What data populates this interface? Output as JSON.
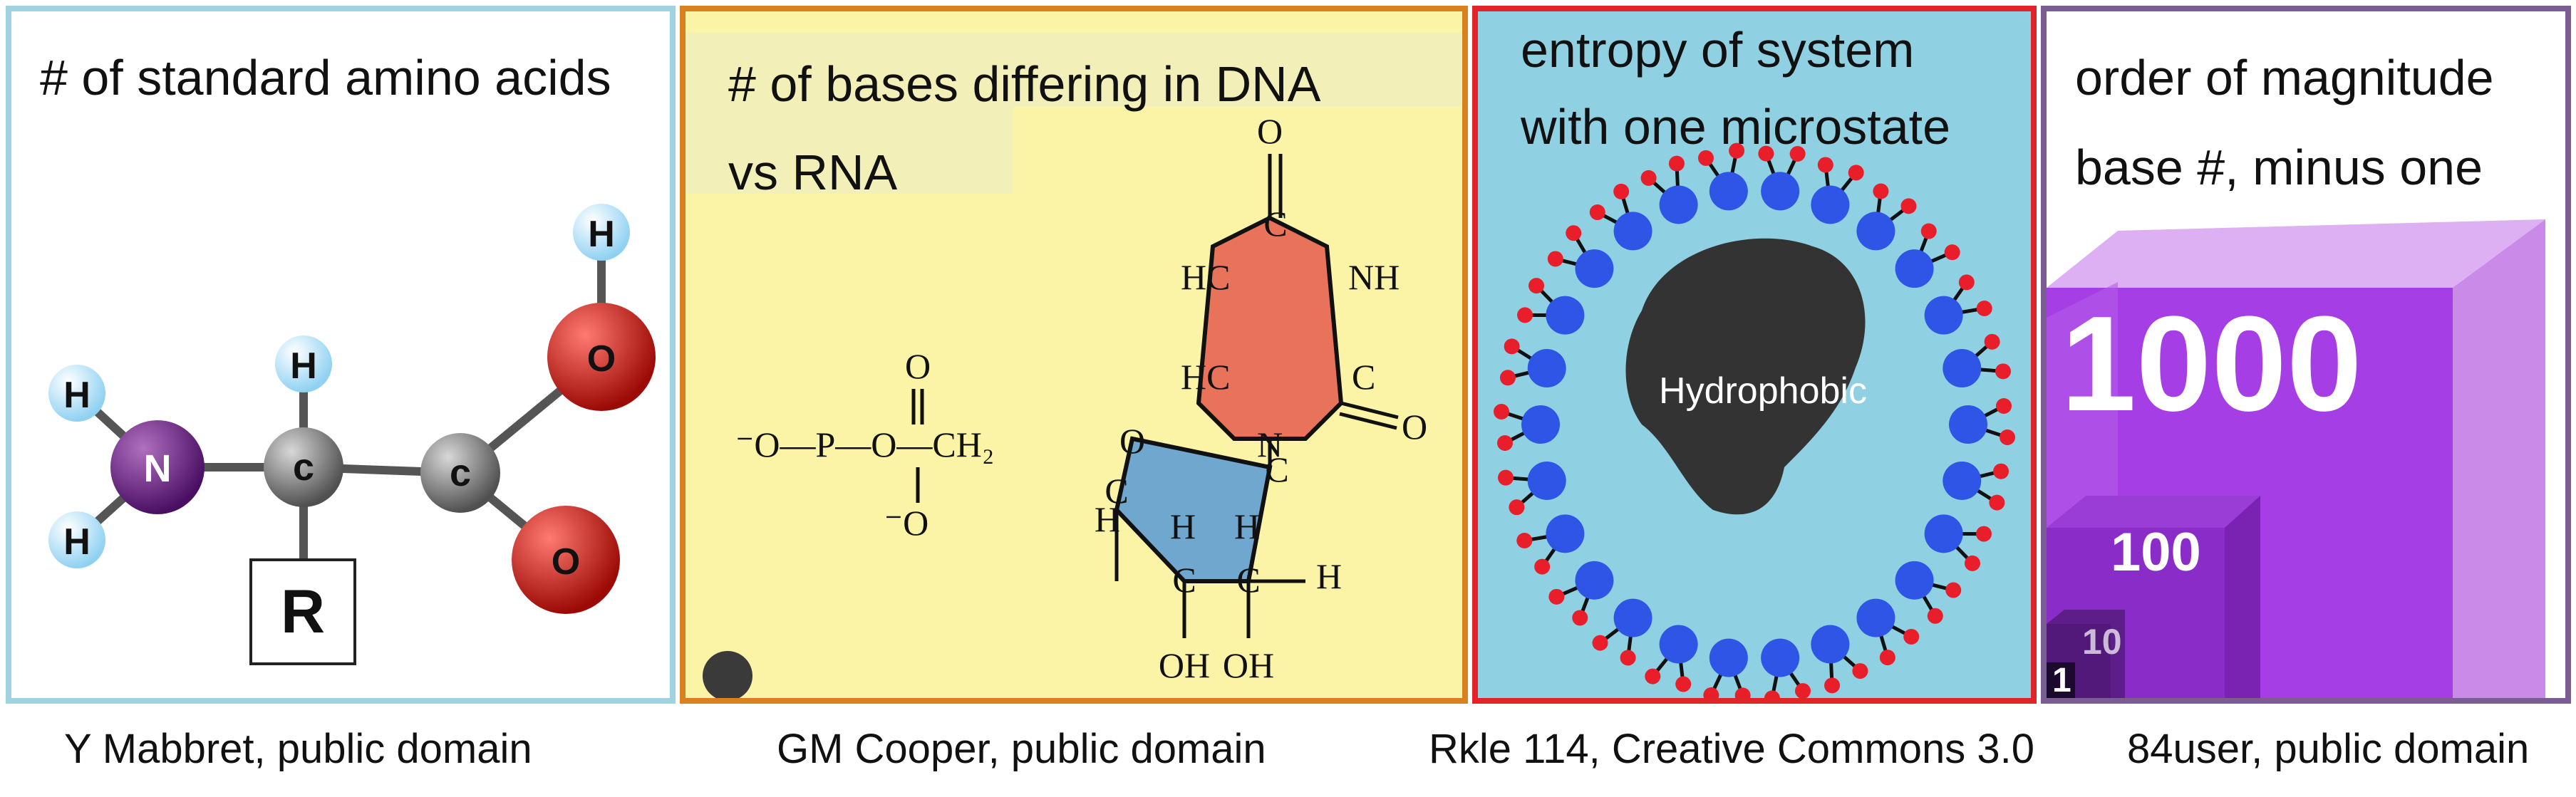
{
  "panels": [
    {
      "title_lines": [
        "# of standard amino acids"
      ],
      "credit": "Y Mabbret, public domain",
      "atoms": {
        "h": "H",
        "n": "N",
        "c": "c",
        "o": "O",
        "r": "R"
      }
    },
    {
      "title_lines": [
        "# of bases differing in DNA",
        "vs RNA"
      ],
      "credit": "GM Cooper, public domain",
      "labels": {
        "o_top": "O",
        "c_top": "C",
        "hc1": "HC",
        "nh": "NH",
        "hc2": "HC",
        "c_right": "C",
        "o_right": "O",
        "n_ring": "N",
        "phosphate": "⁻O—P—O—CH₂",
        "o_p_top": "O",
        "o_p_bottom": "⁻O",
        "o_ring": "O",
        "h_left": "H",
        "h_mid1": "H",
        "h_mid2": "H",
        "h_right": "H",
        "c_a": "C",
        "c_b": "C",
        "c_c": "C",
        "c_d": "C",
        "oh1": "OH",
        "oh2": "OH"
      }
    },
    {
      "title_lines": [
        "entropy of system",
        "with one microstate"
      ],
      "credit": "Rkle 114, Creative Commons 3.0",
      "center_label": "Hydrophobic"
    },
    {
      "title_lines": [
        "order of magnitude",
        "base #, minus one"
      ],
      "credit": "84user, public domain",
      "cube_labels": [
        "1000",
        "100",
        "10",
        "1"
      ]
    }
  ]
}
